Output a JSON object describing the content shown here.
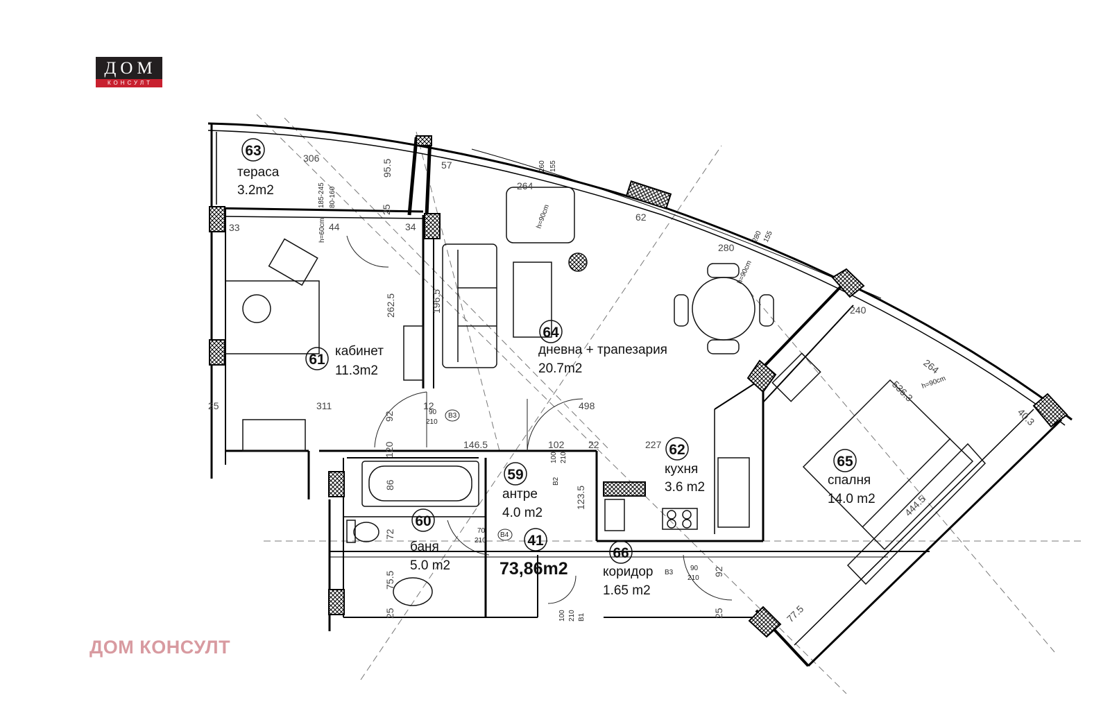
{
  "brand": {
    "logo_top": "ДОМ",
    "logo_bottom": "КОНСУЛТ",
    "watermark": "ДОМ КОНСУЛТ"
  },
  "total_area": "73,86m2",
  "apartment_number": "41",
  "rooms": [
    {
      "key": "terrace",
      "number": "63",
      "name": "тераса",
      "area": "3.2m2"
    },
    {
      "key": "office",
      "number": "61",
      "name": "кабинет",
      "area": "11.3m2"
    },
    {
      "key": "living",
      "number": "64",
      "name": "дневна + трапезария",
      "area": "20.7m2"
    },
    {
      "key": "kitchen",
      "number": "62",
      "name": "кухня",
      "area": "3.6 m2"
    },
    {
      "key": "bedroom",
      "number": "65",
      "name": "спалня",
      "area": "14.0 m2"
    },
    {
      "key": "hall",
      "number": "59",
      "name": "антре",
      "area": "4.0 m2"
    },
    {
      "key": "bath",
      "number": "60",
      "name": "баня",
      "area": "5.0 m2"
    },
    {
      "key": "corridor",
      "number": "66",
      "name": "коридор",
      "area": "1.65 m2"
    }
  ],
  "dimensions": [
    "306",
    "95.5",
    "25",
    "34",
    "44",
    "33",
    "57",
    "264",
    "62",
    "280",
    "262.5",
    "196.5",
    "311",
    "498",
    "25",
    "92",
    "146.5",
    "102",
    "22",
    "227",
    "123.5",
    "86",
    "72",
    "75.5",
    "25",
    "240",
    "264",
    "536.3",
    "40.3",
    "444.5",
    "77.5",
    "92",
    "25",
    "12",
    "120"
  ],
  "window_labels": [
    "185-245",
    "80-160",
    "260",
    "155",
    "h=90cm",
    "h=60cm",
    "h=90cm",
    "280",
    "155",
    "h=90cm"
  ],
  "doors": [
    {
      "width": "90",
      "height": "210",
      "code": "В3"
    },
    {
      "width": "100",
      "height": "210",
      "code": "В2"
    },
    {
      "width": "70",
      "height": "210",
      "code": "В4"
    },
    {
      "width": "90",
      "height": "210",
      "code": "В3"
    },
    {
      "width": "100",
      "height": "210",
      "code": "В1"
    }
  ]
}
